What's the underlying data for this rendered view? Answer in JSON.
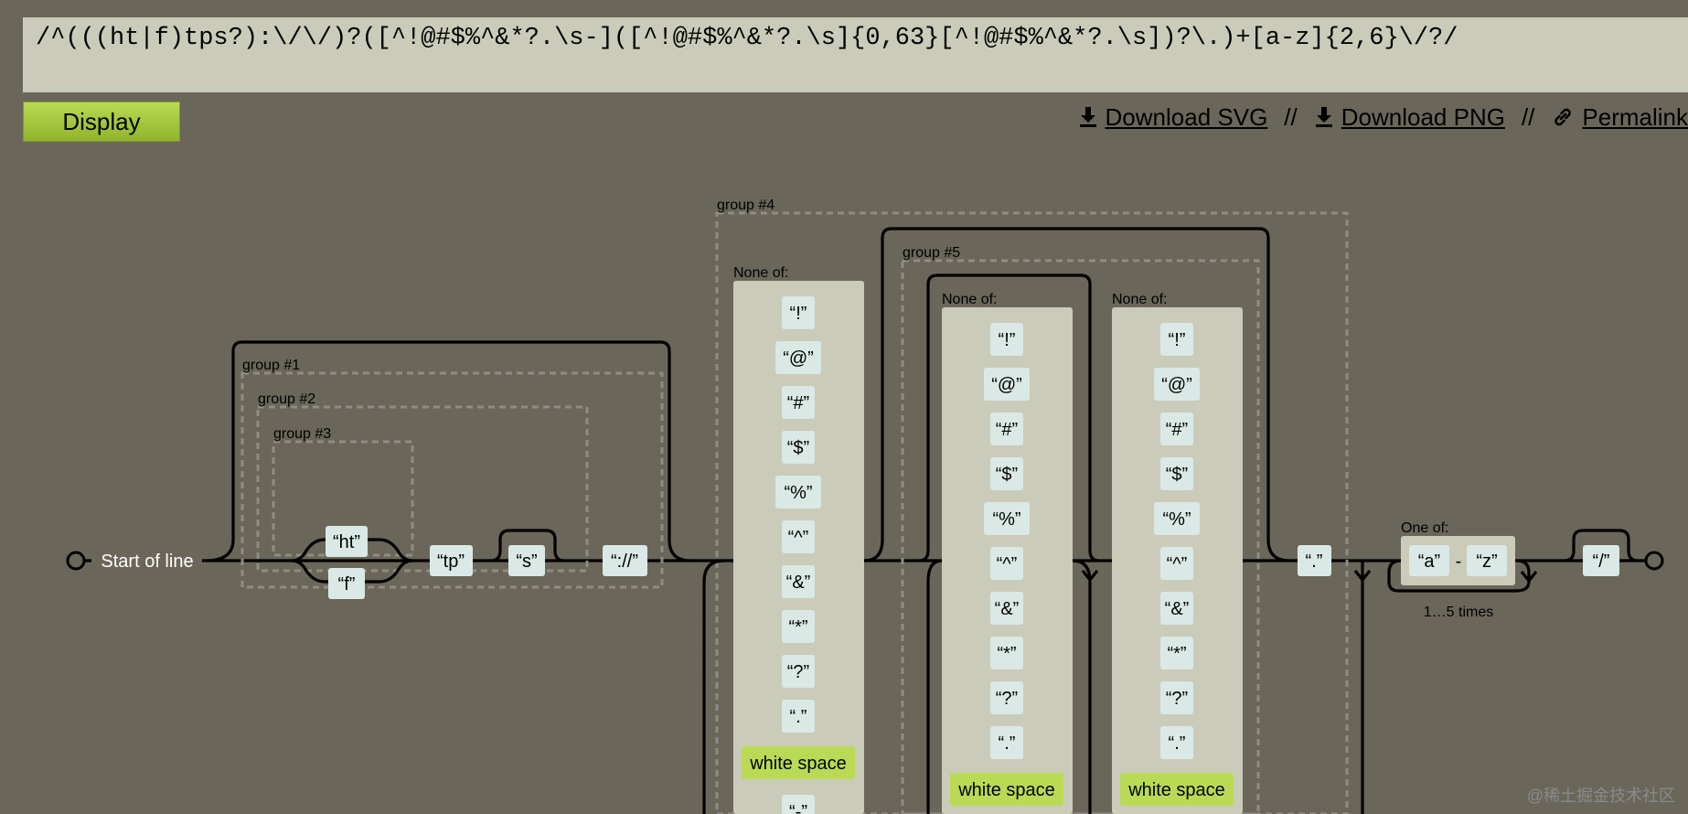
{
  "regex_input": {
    "value": "/^(((ht|f)tps?):\\/\\/)?([^!@#$%^&*?.\\s-]([^!@#$%^&*?.\\s]{0,63}[^!@#$%^&*?.\\s])?\\.)+[a-z]{2,6}\\/?/"
  },
  "toolbar": {
    "display_label": "Display"
  },
  "links": {
    "download_svg": "Download SVG",
    "download_png": "Download PNG",
    "permalink": "Permalink",
    "separator": "//"
  },
  "diagram": {
    "start_label": "Start of line",
    "group1": "group #1",
    "group2": "group #2",
    "group3": "group #3",
    "group4": "group #4",
    "group5": "group #5",
    "lit_ht": "“ht”",
    "lit_f": "“f”",
    "lit_tp": "“tp”",
    "lit_s": "“s”",
    "lit_scheme_sep": "“://”",
    "lit_dot": "“.”",
    "lit_slash": "“/”",
    "none_of": "None of:",
    "one_of": "One of:",
    "white_space": "white space",
    "class_chars": [
      "“!”",
      "“@”",
      "“#”",
      "“$”",
      "“%”",
      "“^”",
      "“&”",
      "“*”",
      "“?”",
      "“.”"
    ],
    "dash_char": "“-”",
    "range_a": "“a”",
    "range_dash": "-",
    "range_z": "“z”",
    "repeat_label": "1…5 times"
  },
  "watermark": "@稀土掘金技术社区",
  "colors": {
    "page_bg": "#6b665a",
    "input_bg": "#cbcbba",
    "literal_bg": "#dae9e5",
    "class_bg": "#cbcbba",
    "anchor_bg": "#6b6659",
    "button_green": "#bada55"
  }
}
